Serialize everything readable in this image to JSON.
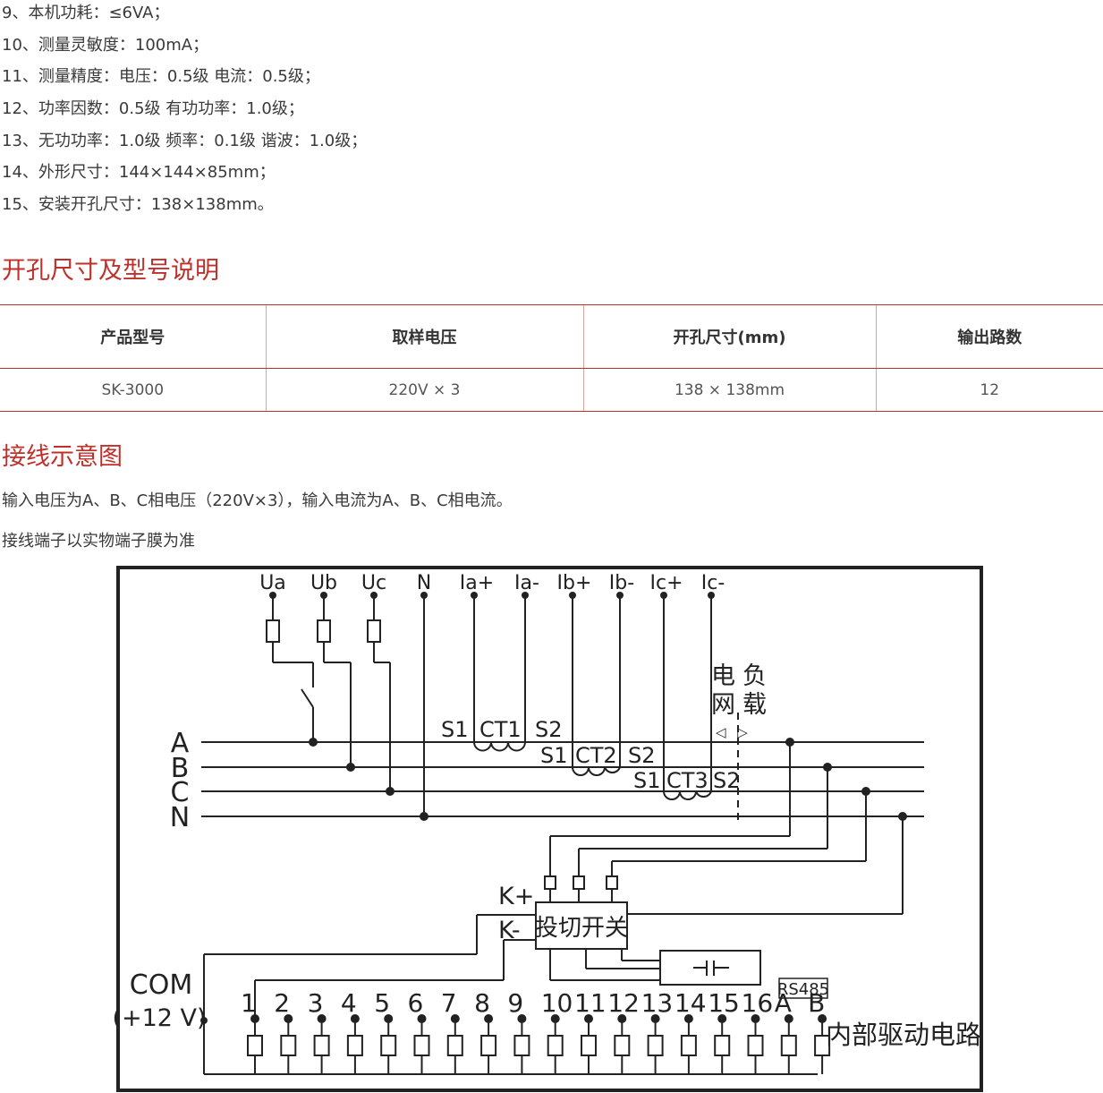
{
  "specs": [
    "9、本机功耗：≤6VA；",
    "10、测量灵敏度：100mA；",
    "11、测量精度：电压：0.5级  电流：0.5级；",
    "12、功率因数：0.5级  有功功率：1.0级；",
    "13、无功功率：1.0级  频率：0.1级  谐波：1.0级；",
    "14、外形尺寸：144×144×85mm；",
    "15、安装开孔尺寸：138×138mm。"
  ],
  "section_model": {
    "title": "开孔尺寸及型号说明"
  },
  "table": {
    "headers": [
      "产品型号",
      "取样电压",
      "开孔尺寸(mm)",
      "输出路数"
    ],
    "rows": [
      [
        "SK-3000",
        "220V × 3",
        "138 × 138mm",
        "12"
      ]
    ]
  },
  "section_wiring": {
    "title": "接线示意图",
    "lines": [
      "输入电压为A、B、C相电压（220V×3），输入电流为A、B、C相电流。",
      "接线端子以实物端子膜为准"
    ]
  },
  "diagram": {
    "top_terminals": [
      "Ua",
      "Ub",
      "Uc",
      "N",
      "Ia+",
      "Ia-",
      "Ib+",
      "Ib-",
      "Ic+",
      "Ic-"
    ],
    "bus_labels": [
      "A",
      "B",
      "C",
      "N"
    ],
    "ct_labels": [
      {
        "s1": "S1",
        "ct": "CT1",
        "s2": "S2"
      },
      {
        "s1": "S1",
        "ct": "CT2",
        "s2": "S2"
      },
      {
        "s1": "S1",
        "ct": "CT3",
        "s2": "S2"
      }
    ],
    "grid_label": "电网",
    "load_label": "负载",
    "arrow_label": "◁ ▷",
    "k_plus": "K+",
    "k_minus": "K-",
    "switch_label": "投切开关",
    "com_label": "COM",
    "com_voltage": "(+12 V)",
    "bottom_terminals": [
      "1",
      "2",
      "3",
      "4",
      "5",
      "6",
      "7",
      "8",
      "9",
      "10",
      "11",
      "12",
      "13",
      "14",
      "15",
      "16",
      "A",
      "B"
    ],
    "rs485_label": "RS485",
    "driver_label": "内部驱动电路"
  }
}
